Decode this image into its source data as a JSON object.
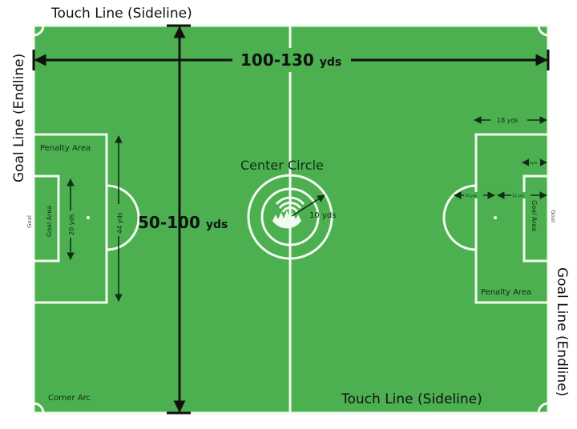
{
  "colors": {
    "field": "#4caf50",
    "lines": "#f2fbf0",
    "dark_text": "#0f2e14"
  },
  "labels": {
    "touch_line_top": "Touch Line (Sideline)",
    "touch_line_bottom": "Touch Line (Sideline)",
    "goal_line_left": "Goal Line (Endline)",
    "goal_line_right": "Goal Line (Endline)",
    "length": "100-130",
    "length_unit": "yds",
    "width": "50-100",
    "width_unit": "yds",
    "center_circle": "Center Circle",
    "center_radius": "10 yds",
    "penalty_area_left": "Penalty Area",
    "penalty_area_right": "Penalty Area",
    "goal_area_left": "Goal Area",
    "goal_area_right": "Goal Area",
    "goal_left": "Goal",
    "goal_right": "Goal",
    "goal_area_width": "20 yds",
    "penalty_area_width": "44 yds",
    "penalty_area_depth": "18 yds",
    "goal_area_depth": "6yds",
    "arc_radius": "10 yds",
    "penalty_spot_distance": "12 yds",
    "corner_arc": "Corner Arc"
  }
}
